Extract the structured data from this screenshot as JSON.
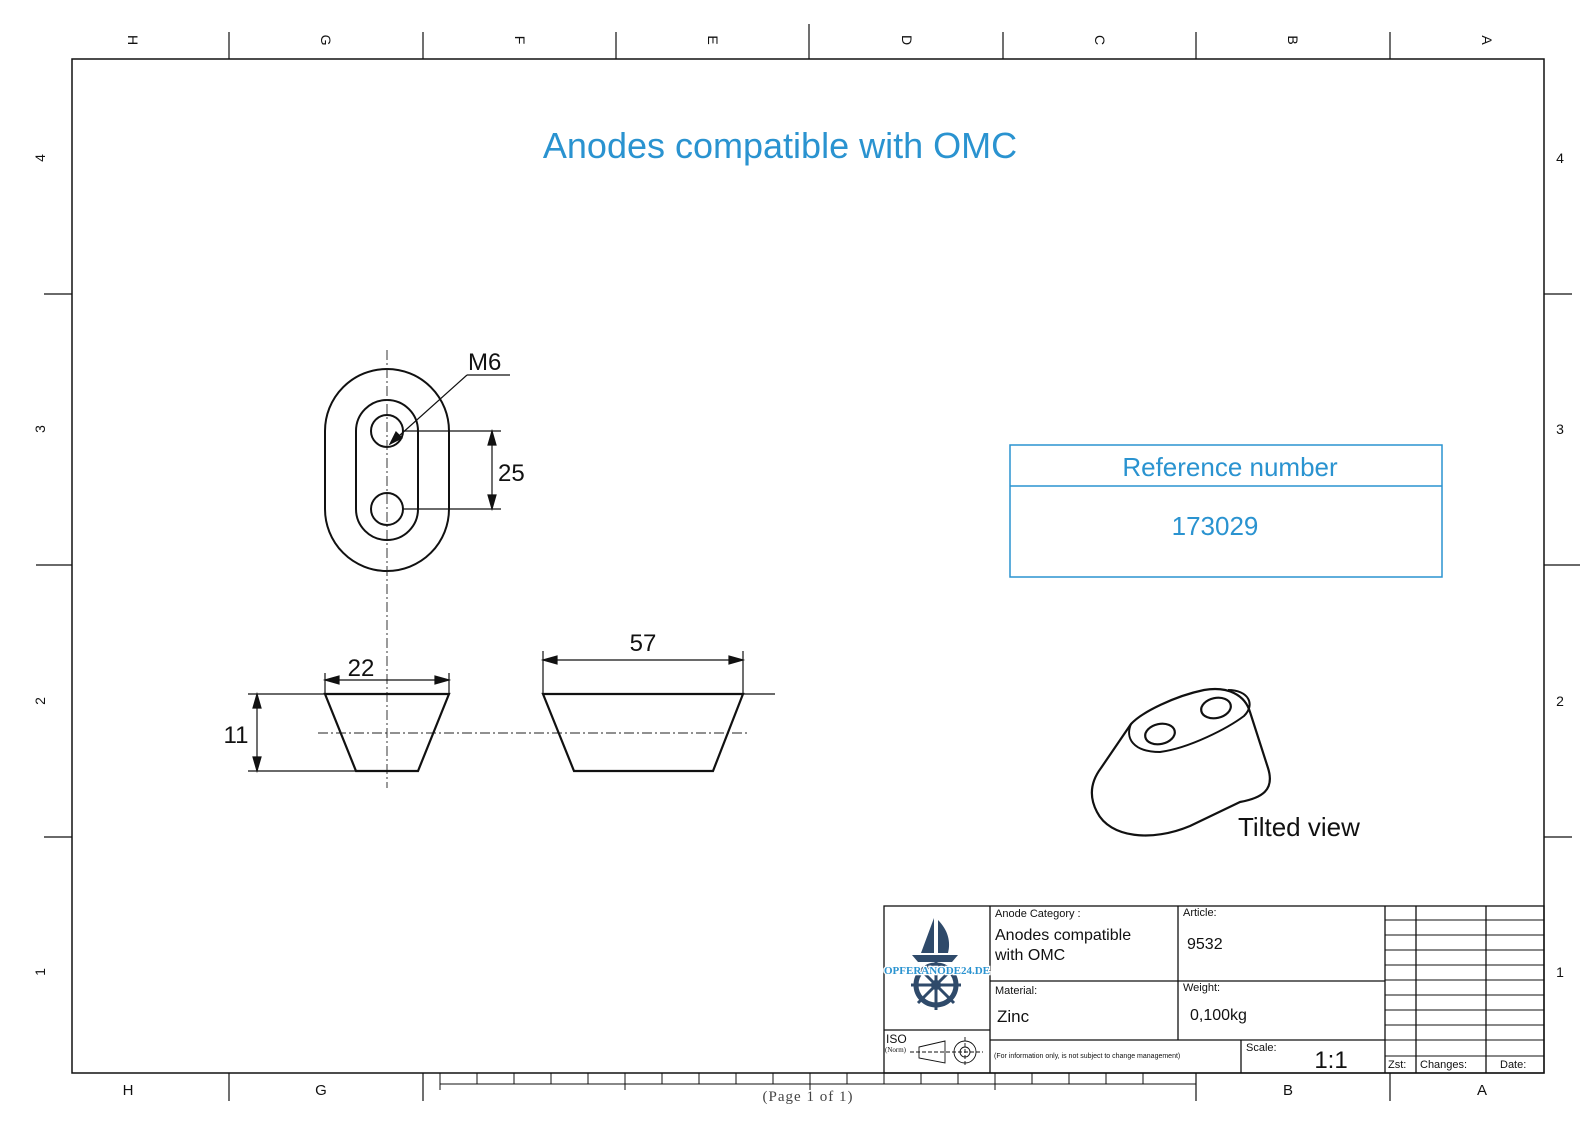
{
  "title": "Anodes compatible with OMC",
  "zone_columns": [
    "H",
    "G",
    "F",
    "E",
    "D",
    "C",
    "B",
    "A"
  ],
  "zone_rows": [
    "4",
    "3",
    "2",
    "1"
  ],
  "bottom_columns": [
    "H",
    "G",
    "B",
    "A"
  ],
  "page_label": "(Page 1 of 1)",
  "drawing": {
    "thread_label": "M6",
    "dim_hole_spacing": "25",
    "dim_width": "22",
    "dim_length": "57",
    "dim_height": "11",
    "tilted_view_label": "Tilted view"
  },
  "reference": {
    "header": "Reference number",
    "value": "173029"
  },
  "title_block": {
    "logo_text": "OPFERANODE24.DE",
    "iso_label": "ISO",
    "norm_label": "(Norm)",
    "category_label": "Anode Category :",
    "category_value_line1": "Anodes compatible",
    "category_value_line2": "with OMC",
    "article_label": "Article:",
    "article_value": "9532",
    "material_label": "Material:",
    "material_value": "Zinc",
    "weight_label": "Weight:",
    "weight_value": "0,100kg",
    "note": "(For information only, is not subject to change management)",
    "scale_label": "Scale:",
    "scale_value": "1:1",
    "rev_zst": "Zst:",
    "rev_changes": "Changes:",
    "rev_date": "Date:"
  },
  "colors": {
    "accent": "#2a93d0",
    "line": "#111111",
    "logo": "#2f4a6a"
  }
}
